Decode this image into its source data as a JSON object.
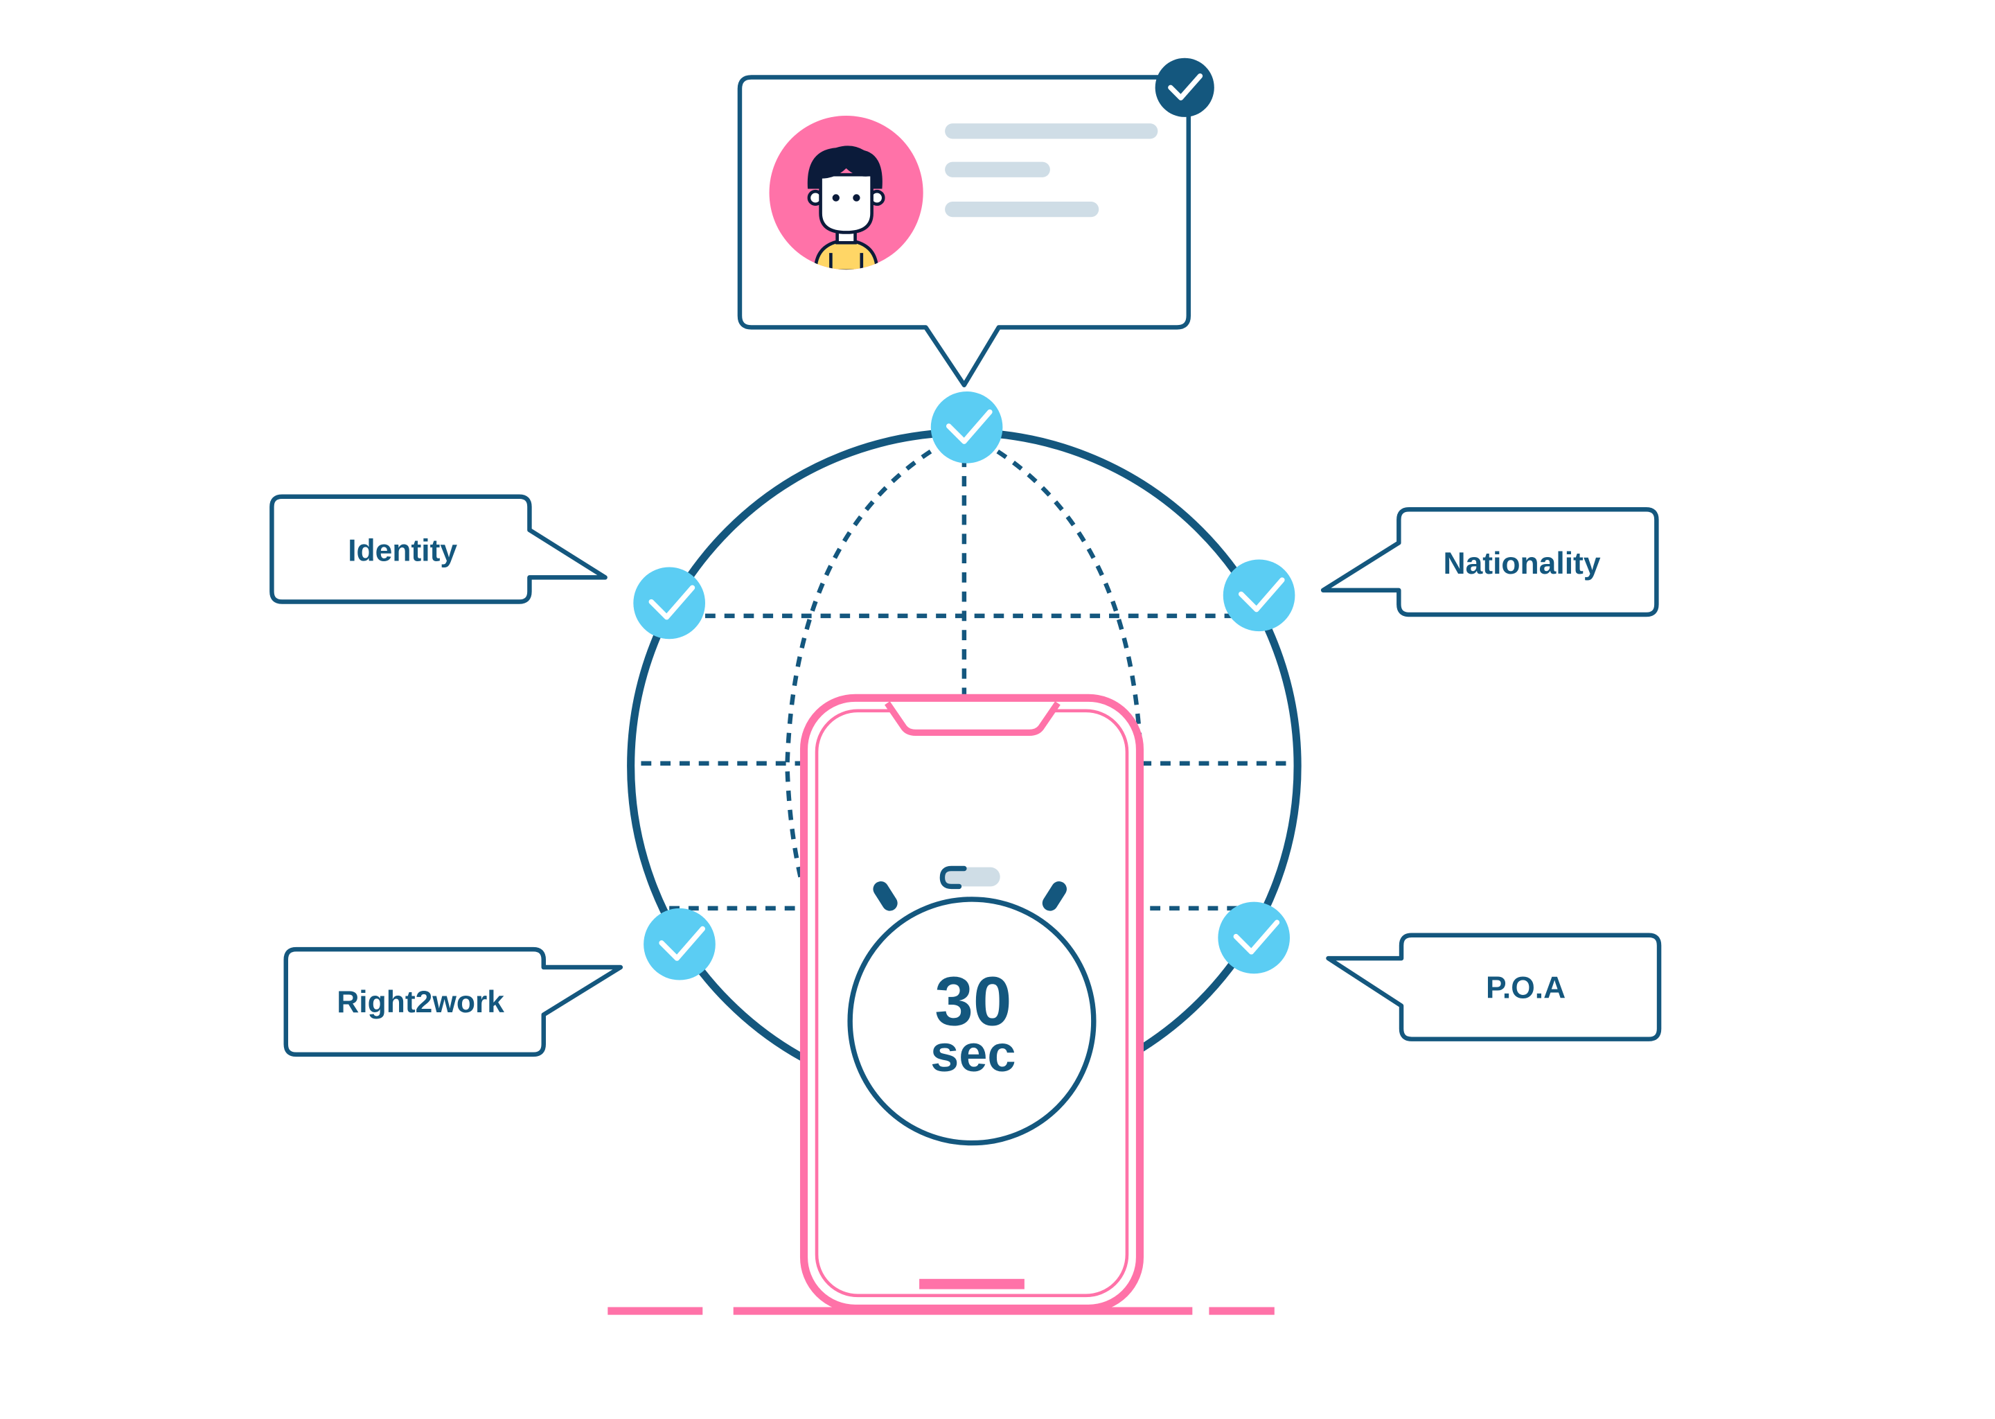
{
  "colors": {
    "navy": "#14577e",
    "sky": "#5bcdf3",
    "pink": "#ff72a8",
    "placeholder": "#cfdde6",
    "skin_yellow": "#ffd666",
    "hair": "#0b1b3a"
  },
  "profile_card": {
    "avatar_icon": "person-avatar-icon",
    "verified_icon": "check-badge-icon"
  },
  "checks": [
    {
      "name": "identity",
      "label": "Identity"
    },
    {
      "name": "nationality",
      "label": "Nationality"
    },
    {
      "name": "right2work",
      "label": "Right2work"
    },
    {
      "name": "poa",
      "label": "P.O.A"
    }
  ],
  "labels": {
    "identity": "Identity",
    "nationality": "Nationality",
    "right2work": "Right2work",
    "poa": "P.O.A"
  },
  "timer": {
    "value": "30",
    "unit": "sec",
    "icon": "stopwatch-icon"
  },
  "phone": {
    "icon": "smartphone-icon"
  }
}
